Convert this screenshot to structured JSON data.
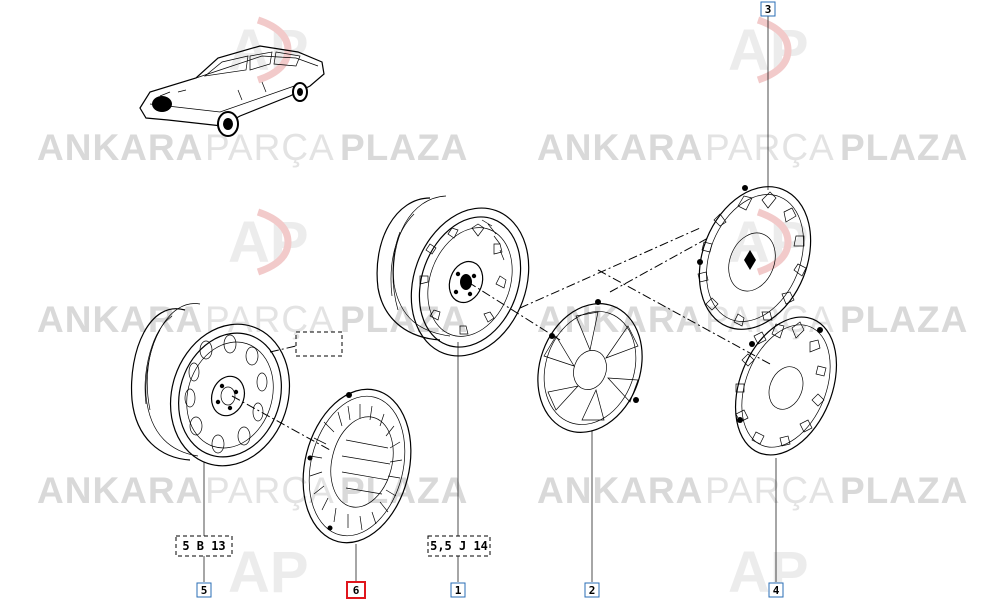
{
  "watermark": {
    "brand_bold_1": "ANKARA",
    "brand_light": "PARÇA",
    "brand_bold_2": "PLAZA",
    "logo_letters": "AP"
  },
  "parts": [
    {
      "id": "part-1",
      "number": "1",
      "spec": "5,5 J 14",
      "highlighted": false
    },
    {
      "id": "part-2",
      "number": "2",
      "spec": "",
      "highlighted": false
    },
    {
      "id": "part-3",
      "number": "3",
      "spec": "",
      "highlighted": false
    },
    {
      "id": "part-4",
      "number": "4",
      "spec": "",
      "highlighted": false
    },
    {
      "id": "part-5",
      "number": "5",
      "spec": "5 B 13",
      "highlighted": false
    },
    {
      "id": "part-6",
      "number": "6",
      "spec": "",
      "highlighted": true
    }
  ],
  "colors": {
    "label_border": "#2a6db5",
    "highlight_border": "#e0161d",
    "watermark_text": "#d9d9d9",
    "logo_red": "#e8a0a0",
    "logo_grey": "#dddddd"
  }
}
